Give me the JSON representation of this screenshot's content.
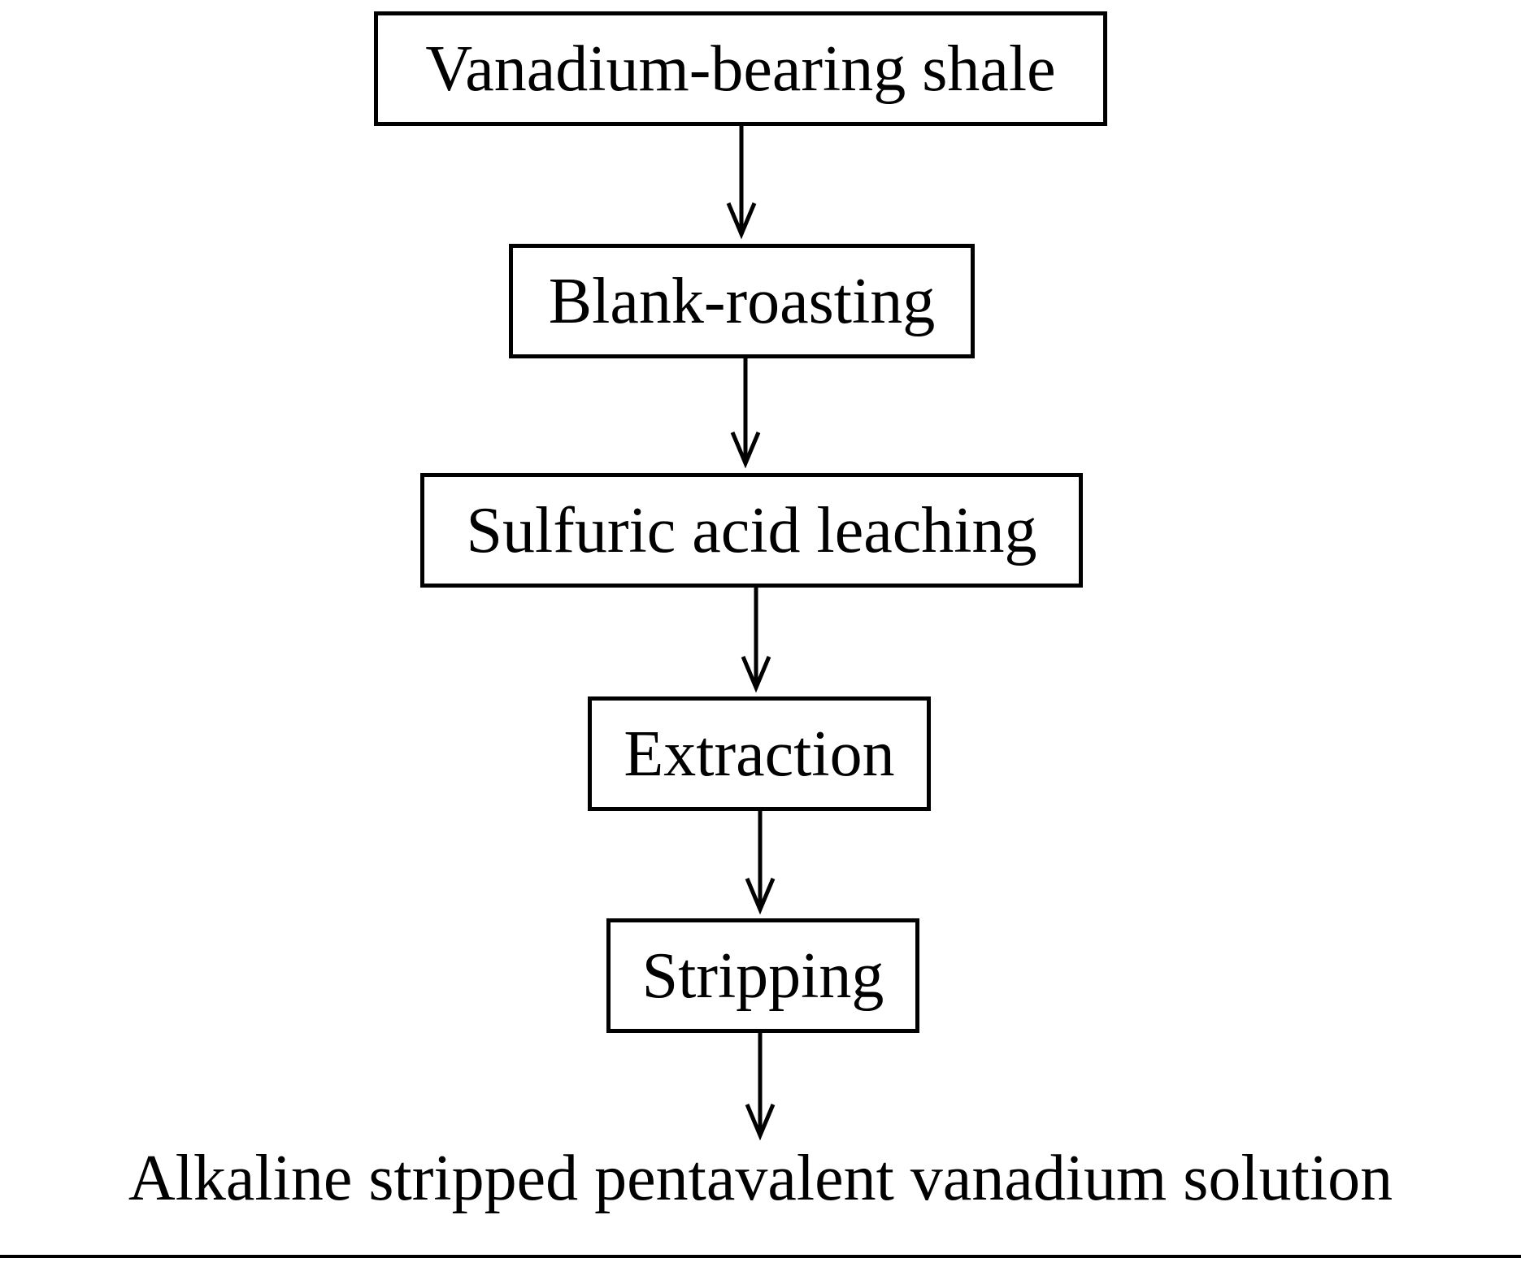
{
  "flowchart": {
    "steps": [
      {
        "label": "Vanadium-bearing shale"
      },
      {
        "label": "Blank-roasting"
      },
      {
        "label": "Sulfuric acid leaching"
      },
      {
        "label": "Extraction"
      },
      {
        "label": "Stripping"
      }
    ],
    "final_product": "Alkaline stripped pentavalent vanadium solution"
  }
}
